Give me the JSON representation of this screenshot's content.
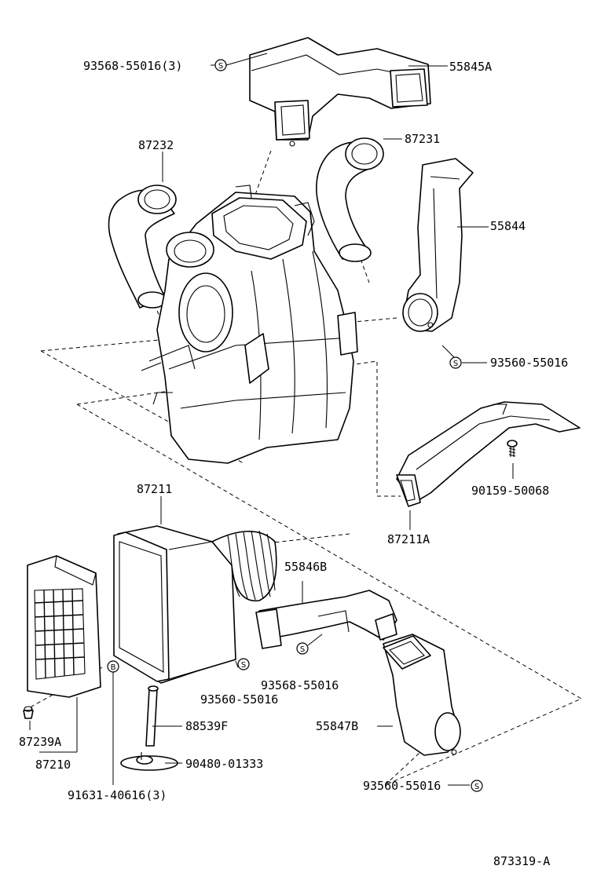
{
  "part_labels": {
    "p93568_top": "93568-55016(3)",
    "p55845A": "55845A",
    "p87232": "87232",
    "p87231": "87231",
    "p55844": "55844",
    "p93560_right": "93560-55016",
    "p90159": "90159-50068",
    "p87211A": "87211A",
    "p87211": "87211",
    "p55846B": "55846B",
    "p93568_mid": "93568-55016",
    "p93560_mid": "93560-55016",
    "p55847B": "55847B",
    "p88539F": "88539F",
    "p90480": "90480-01333",
    "p87239A": "87239A",
    "p87210": "87210",
    "p91631": "91631-40616(3)",
    "p93560_bottom": "93560-55016"
  },
  "symbols": {
    "screw": "S",
    "bolt": "B"
  },
  "diagram_code": "873319-A"
}
